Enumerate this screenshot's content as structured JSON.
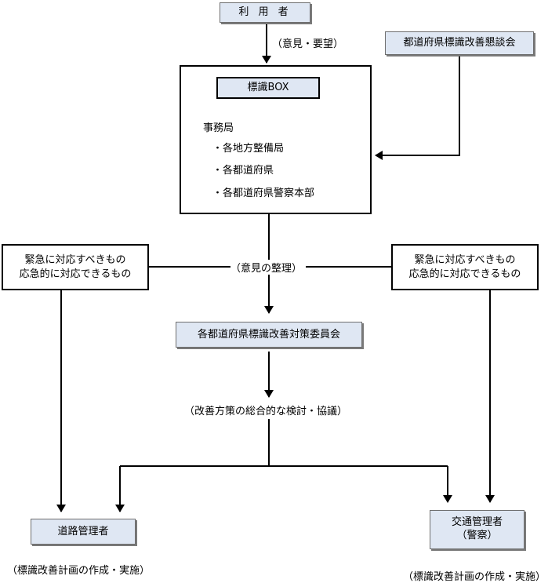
{
  "nodes": {
    "user": "利 用 者",
    "council": "都道府県標識改善懇談会",
    "box_title": "標識BOX",
    "secretariat": "事務局",
    "members": [
      "・各地方整備局",
      "・各都道府県",
      "・各都道府県警察本部"
    ],
    "urgent_left": [
      "緊急に対応すべきもの",
      "応急的に対応できるもの"
    ],
    "urgent_right": [
      "緊急に対応すべきもの",
      "応急的に対応できるもの"
    ],
    "committee": "各都道府県標識改善対策委員会",
    "road_admin": "道路管理者",
    "traffic_admin": [
      "交通管理者",
      "（警察）"
    ]
  },
  "labels": {
    "opinion_request": "（意見・要望）",
    "opinion_sorting": "（意見の整理）",
    "deliberation": "（改善方策の総合的な検討・協議）",
    "plan_left": "（標識改善計画の作成・実施）",
    "plan_right": "（標識改善計画の作成・実施）"
  }
}
